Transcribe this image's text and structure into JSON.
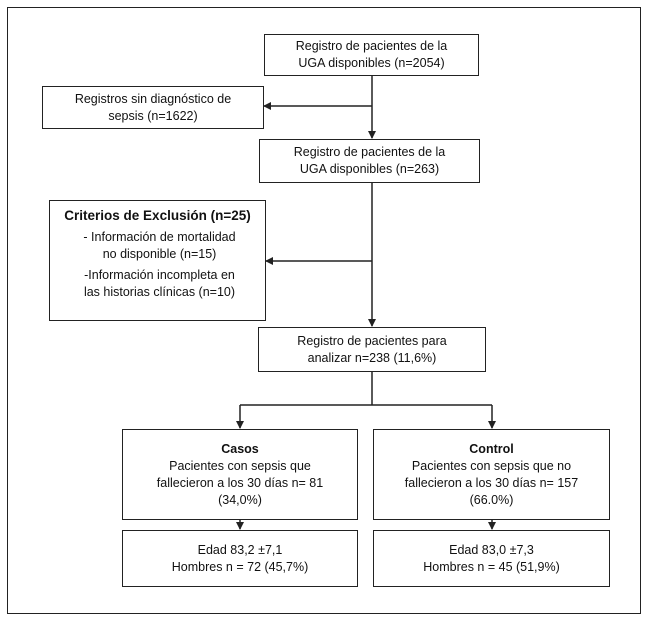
{
  "boxes": {
    "registry_all": [
      "Registro de pacientes de la",
      "UGA disponibles (n=2054)"
    ],
    "no_sepsis": [
      "Registros sin diagnóstico de",
      "sepsis (n=1622)"
    ],
    "registry_sepsis": [
      "Registro de pacientes de la",
      "UGA disponibles (n=263)"
    ],
    "exclusion": {
      "title": "Criterios de Exclusión (n=25)",
      "item1": [
        "- Información de mortalidad",
        "no disponible (n=15)"
      ],
      "item2": [
        "-Información incompleta en",
        "las historias clínicas  (n=10)"
      ]
    },
    "analysis": [
      "Registro de pacientes para",
      "analizar n=238 (11,6%)"
    ],
    "cases": {
      "title": "Casos",
      "lines": [
        "Pacientes con sepsis que",
        "fallecieron a los 30 días n= 81",
        "(34,0%)"
      ]
    },
    "control": {
      "title": "Control",
      "lines": [
        "Pacientes con sepsis que no",
        "fallecieron a los 30 días n= 157",
        "(66.0%)"
      ]
    },
    "cases_stats": [
      "Edad 83,2 ±7,1",
      "Hombres n = 72 (45,7%)"
    ],
    "control_stats": [
      "Edad 83,0 ±7,3",
      "Hombres n = 45 (51,9%)"
    ]
  }
}
